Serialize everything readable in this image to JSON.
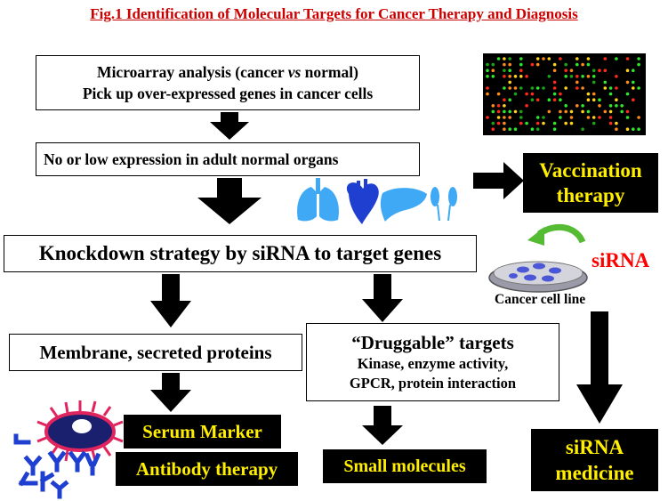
{
  "title": "Fig.1  Identification of Molecular Targets for Cancer Therapy and Diagnosis",
  "steps": {
    "microarray_line1_a": "Microarray analysis (cancer ",
    "microarray_line1_vs": "vs",
    "microarray_line1_b": " normal)",
    "microarray_line2": "Pick up over-expressed genes in cancer cells",
    "normal_expression": "No or low expression in adult normal organs",
    "knockdown": "Knockdown strategy by siRNA to target genes",
    "membrane": "Membrane, secreted proteins",
    "druggable_title": "“Druggable” targets",
    "druggable_line2": "Kinase, enzyme activity,",
    "druggable_line3": "GPCR, protein interaction"
  },
  "outcomes": {
    "vaccination_line1": "Vaccination",
    "vaccination_line2": "therapy",
    "serum_marker": "Serum Marker",
    "antibody_therapy": "Antibody therapy",
    "small_molecules": "Small molecules",
    "sirna_med_line1": "siRNA",
    "sirna_med_line2": "medicine"
  },
  "labels": {
    "sirna": "siRNA",
    "cancer_cell_line": "Cancer cell line"
  },
  "colors": {
    "title": "#cc0000",
    "sirna_label": "#ff0000",
    "outcome_text": "#ffee00",
    "organs": "#3fa9f5",
    "heart": "#1f3fd1",
    "antibody": "#1f3fd1",
    "cell_membrane": "#e0245e",
    "arrow_curve": "#55bb33"
  },
  "icons": [
    "microarray-image",
    "lungs-icon",
    "heart-icon",
    "liver-icon",
    "kidneys-icon",
    "petri-dish-icon",
    "cancer-cell-icon",
    "antibody-icon"
  ]
}
